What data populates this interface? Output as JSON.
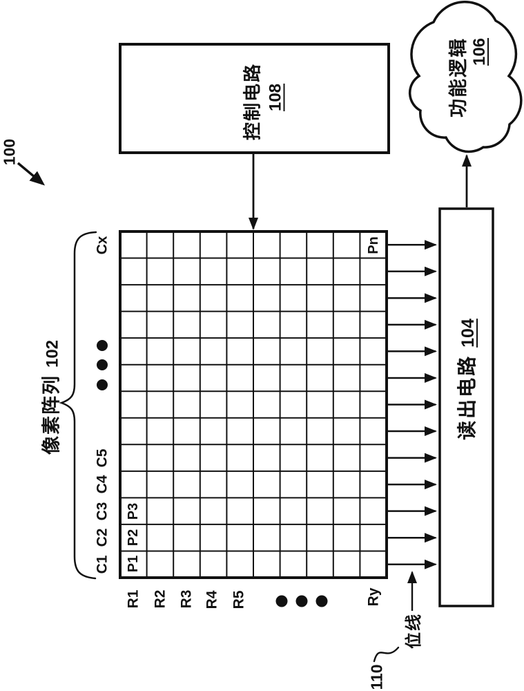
{
  "figure_ref": "100",
  "control": {
    "label": "控制电路",
    "ref": "108"
  },
  "cloud": {
    "label": "功能逻辑",
    "ref": "106"
  },
  "readout": {
    "label": "读出电路",
    "ref": "104"
  },
  "array": {
    "label": "像素阵列",
    "ref": "102",
    "grid": {
      "cols": 10,
      "rows": 13
    },
    "col_labels": {
      "top": "Cx",
      "c5": "C5",
      "c4": "C4",
      "c3": "C3",
      "c2": "C2",
      "c1": "C1"
    },
    "row_labels": {
      "r1": "R1",
      "r2": "R2",
      "r3": "R3",
      "r4": "R4",
      "r5": "R5",
      "last": "Ry"
    },
    "pixels": {
      "p1": "P1",
      "p2": "P2",
      "p3": "P3",
      "pn": "Pn"
    }
  },
  "bitline": {
    "label": "位线",
    "ref": "110",
    "count": 13
  },
  "colors": {
    "ink": "#111111",
    "bg": "#ffffff"
  }
}
